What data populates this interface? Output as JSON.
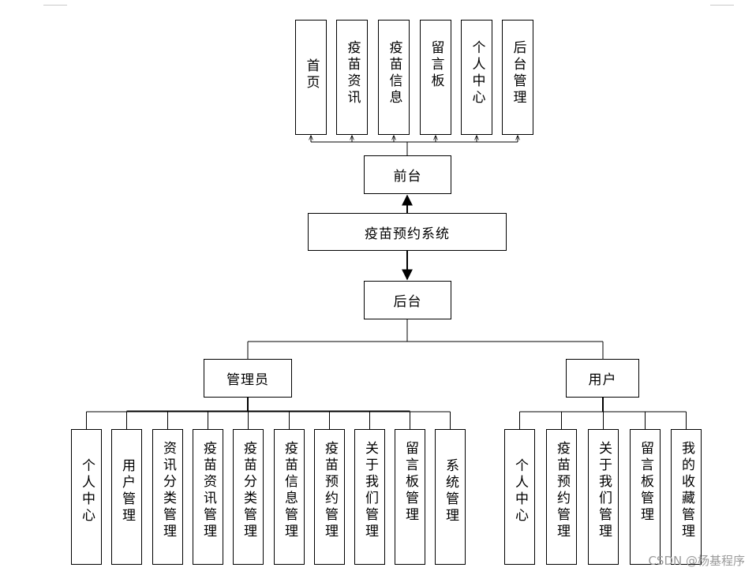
{
  "root": {
    "label": "疫苗预约系统"
  },
  "frontend": {
    "label": "前台",
    "modules": [
      "首页",
      "疫苗资讯",
      "疫苗信息",
      "留言板",
      "个人中心",
      "后台管理"
    ]
  },
  "backend": {
    "label": "后台",
    "admin": {
      "label": "管理员",
      "modules": [
        "个人中心",
        "用户管理",
        "资讯分类管理",
        "疫苗资讯管理",
        "疫苗分类管理",
        "疫苗信息管理",
        "疫苗预约管理",
        "关于我们管理",
        "留言板管理",
        "系统管理"
      ]
    },
    "user": {
      "label": "用户",
      "modules": [
        "个人中心",
        "疫苗预约管理",
        "关于我们管理",
        "留言板管理",
        "我的收藏管理"
      ]
    }
  },
  "watermark": "CSDN @杨基程序"
}
